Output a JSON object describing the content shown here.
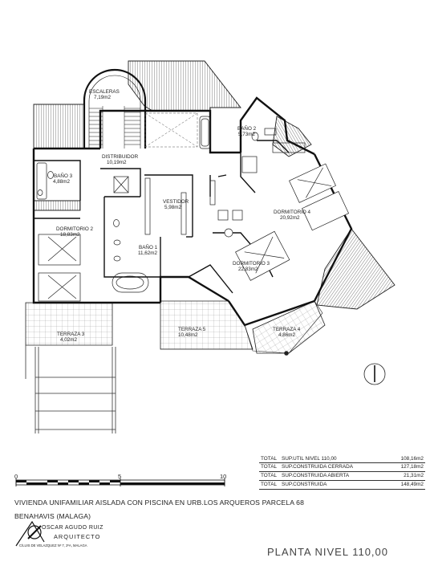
{
  "rooms": {
    "escaleras": {
      "name": "ESCALERAS",
      "area": "7,19m2"
    },
    "distribuidor": {
      "name": "DISTRIBUIDOR",
      "area": "10,19m2"
    },
    "bano2": {
      "name": "BAÑO 2",
      "area": "5,73m2"
    },
    "bano3": {
      "name": "BAÑO 3",
      "area": "4,88m2"
    },
    "vestidor": {
      "name": "VESTIDOR",
      "area": "5,98m2"
    },
    "dormitorio4": {
      "name": "DORMITORIO 4",
      "area": "20,92m2"
    },
    "dormitorio2": {
      "name": "DORMITORIO 2",
      "area": "18,83m2"
    },
    "bano1": {
      "name": "BAÑO 1",
      "area": "11,62m2"
    },
    "dormitorio3": {
      "name": "DORMITORIO 3",
      "area": "22,83m2"
    },
    "terraza3": {
      "name": "TERRAZA 3",
      "area": "4,02m2"
    },
    "terraza5": {
      "name": "TERRAZA 5",
      "area": "10,48m2"
    },
    "terraza4": {
      "name": "TERRAZA 4",
      "area": "4,86m2"
    }
  },
  "summary_table": [
    {
      "label": "TOTAL",
      "desc": "SUP.UTIL NIVEL 110,00",
      "value": "108,16m2"
    },
    {
      "label": "TOTAL",
      "desc": "SUP.CONSTRUIDA CERRADA",
      "value": "127,18m2"
    },
    {
      "label": "TOTAL",
      "desc": "SUP.CONSTRUIDA ABIERTA",
      "value": "21,31m2"
    },
    {
      "label": "TOTAL",
      "desc": "SUP.CONSTRUIDA",
      "value": "148,49m2"
    }
  ],
  "scale": {
    "ticks": [
      "0",
      "5",
      "10"
    ]
  },
  "project": {
    "line1": "VIVIENDA UNIFAMILIAR AISLADA CON PISCINA EN URB.LOS ARQUEROS PARCELA 68",
    "line2": "BENAHAVIS (MALAGA)"
  },
  "architect": {
    "name": "OSCAR AGUDO RUIZ",
    "role": "ARQUITECTO",
    "address": "C/LUIS DE VELAZQUEZ Nº 7, 2ºA, MALAGA"
  },
  "plan_title": "PLANTA NIVEL 110,00"
}
